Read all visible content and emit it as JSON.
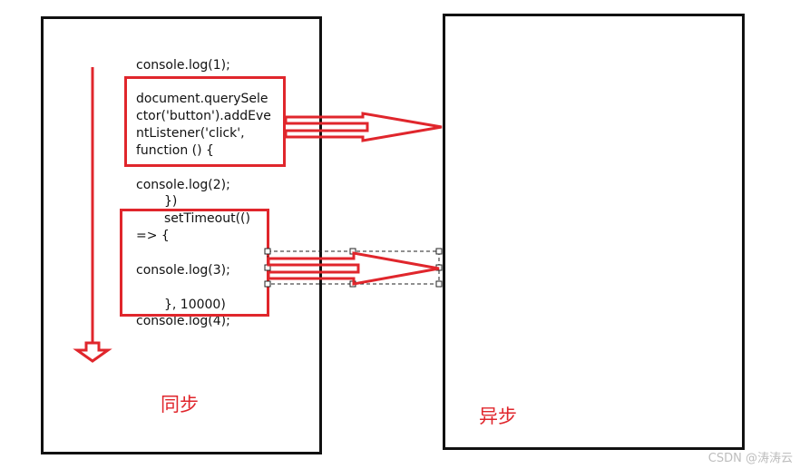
{
  "sync_panel": {
    "label": "同步",
    "code_lines": {
      "line1": "console.log(1);",
      "listener": [
        "document.querySele",
        "ctor('button').addEve",
        "ntListener('click',",
        "function () {"
      ],
      "log2": "console.log(2);",
      "close_brace": "})",
      "settimeout": [
        "setTimeout(()",
        "=> {",
        "",
        "console.log(3);",
        "",
        "}, 10000)"
      ],
      "log4": "console.log(4);"
    }
  },
  "async_panel": {
    "label": "异步"
  },
  "watermark": "CSDN @涛涛云",
  "colors": {
    "highlight": "#e0262c",
    "border": "#111111"
  }
}
